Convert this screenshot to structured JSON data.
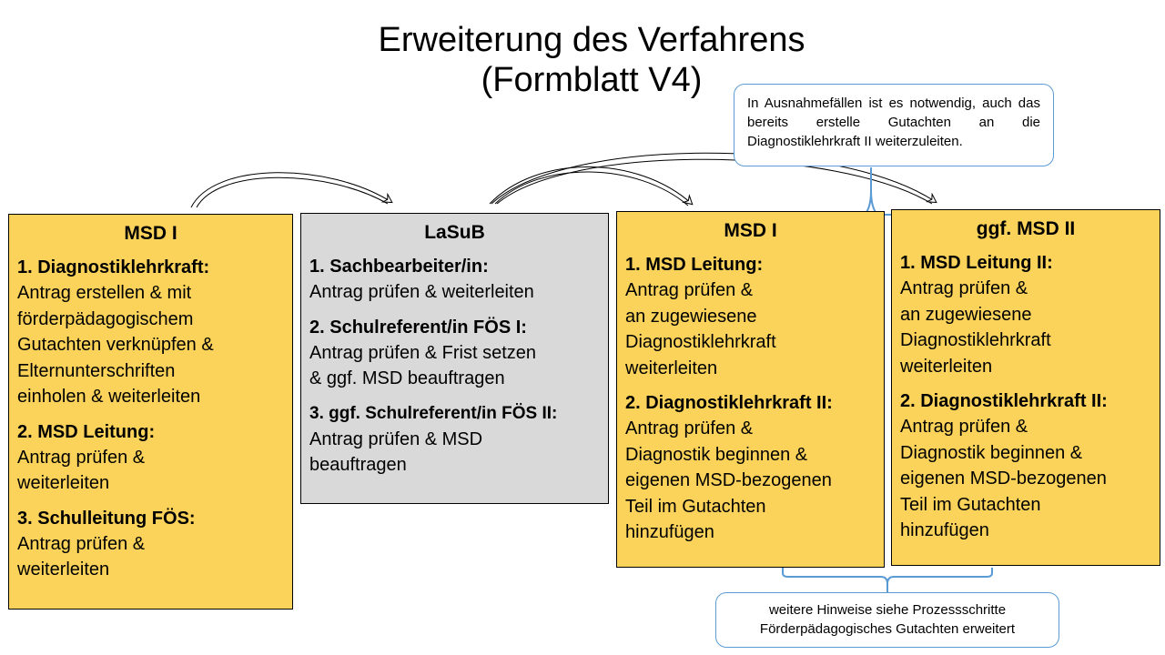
{
  "title": {
    "line1": "Erweiterung des Verfahrens",
    "line2": "(Formblatt V4)"
  },
  "note_top": "In Ausnahmefällen ist es notwendig, auch das bereits erstelle Gutachten an die Diagnostiklehrkraft II weiterzuleiten.",
  "note_bottom": {
    "line1": "weitere Hinweise siehe Prozessschritte",
    "line2": "Förderpädagogisches Gutachten erweitert"
  },
  "colors": {
    "yellow": "#fcd35a",
    "grey": "#d9d9d9",
    "accent_blue": "#5b9bd5"
  },
  "boxes": [
    {
      "heading": "MSD I",
      "steps": [
        {
          "label": "1. Diagnostiklehrkraft:",
          "lines": [
            "Antrag erstellen & mit",
            "förderpädagogischem",
            "Gutachten verknüpfen &",
            "Elternunterschriften",
            "einholen & weiterleiten"
          ]
        },
        {
          "label": "2. MSD Leitung:",
          "lines": [
            "Antrag prüfen &",
            "weiterleiten"
          ]
        },
        {
          "label": "3. Schulleitung FÖS:",
          "lines": [
            "Antrag prüfen &",
            "weiterleiten"
          ]
        }
      ]
    },
    {
      "heading": "LaSuB",
      "steps": [
        {
          "label": "1. Sachbearbeiter/in:",
          "lines": [
            "Antrag prüfen & weiterleiten"
          ]
        },
        {
          "label": "2. Schulreferent/in FÖS I:",
          "lines": [
            "Antrag prüfen & Frist setzen",
            "& ggf. MSD beauftragen"
          ]
        },
        {
          "label": "3. ggf. Schulreferent/in FÖS II:",
          "lines": [
            "Antrag prüfen & MSD",
            "beauftragen"
          ]
        }
      ]
    },
    {
      "heading": "MSD I",
      "steps": [
        {
          "label": "1. MSD Leitung:",
          "lines": [
            "Antrag prüfen &",
            "an zugewiesene",
            "Diagnostiklehrkraft",
            "weiterleiten"
          ]
        },
        {
          "label": "2. Diagnostiklehrkraft II:",
          "lines": [
            "Antrag prüfen &",
            "Diagnostik beginnen &",
            "eigenen MSD-bezogenen",
            "Teil im Gutachten",
            "hinzufügen"
          ]
        }
      ]
    },
    {
      "heading": "ggf. MSD II",
      "steps": [
        {
          "label": "1. MSD Leitung II:",
          "lines": [
            "Antrag prüfen &",
            "an zugewiesene",
            "Diagnostiklehrkraft",
            "weiterleiten"
          ]
        },
        {
          "label": "2. Diagnostiklehrkraft II:",
          "lines": [
            "Antrag prüfen &",
            "Diagnostik beginnen &",
            "eigenen MSD-bezogenen",
            "Teil im Gutachten",
            "hinzufügen"
          ]
        }
      ]
    }
  ]
}
